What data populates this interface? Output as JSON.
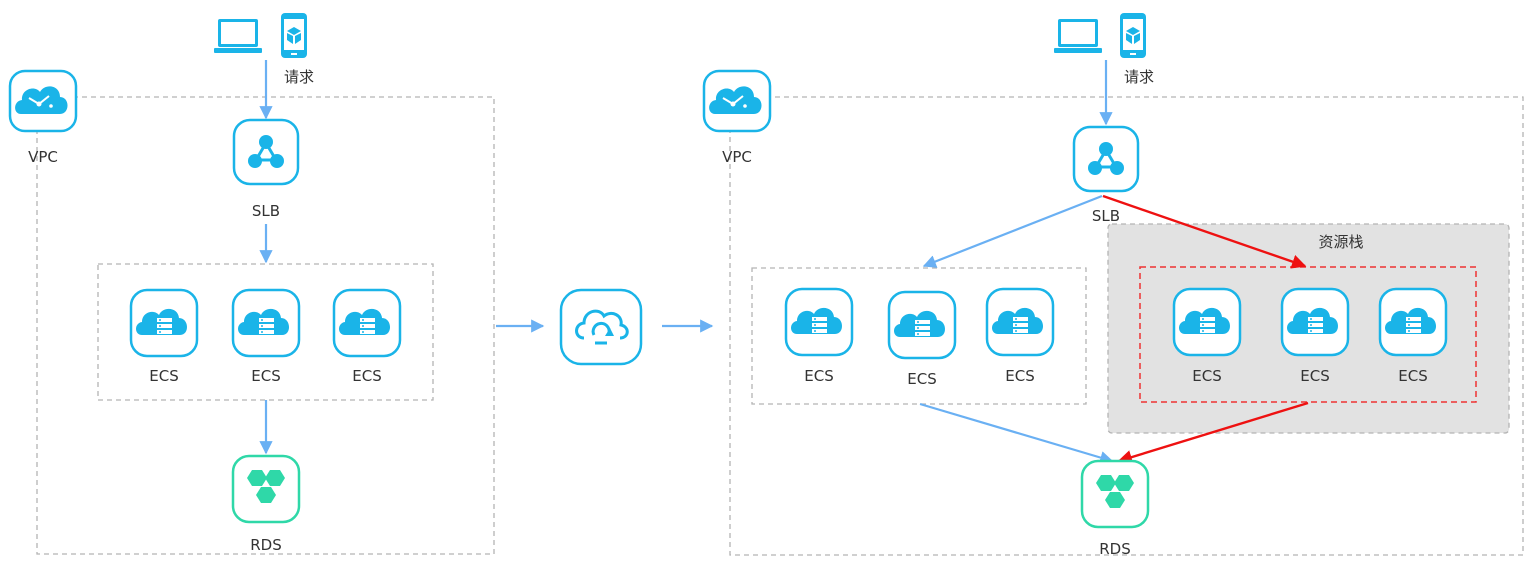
{
  "left": {
    "vpc_label": "VPC",
    "request_label": "请求",
    "slb_label": "SLB",
    "ecs_labels": [
      "ECS",
      "ECS",
      "ECS"
    ],
    "rds_label": "RDS"
  },
  "right": {
    "vpc_label": "VPC",
    "request_label": "请求",
    "slb_label": "SLB",
    "ecs_labels": [
      "ECS",
      "ECS",
      "ECS"
    ],
    "stack_title": "资源栈",
    "stack_ecs_labels": [
      "ECS",
      "ECS",
      "ECS"
    ],
    "rds_label": "RDS"
  },
  "colors": {
    "icon_blue": "#1ab4e8",
    "rds_green": "#2fd8a8",
    "arrow_blue": "#6ab0f3",
    "arrow_red": "#ee1111",
    "dashed_gray": "#b4b4b4",
    "stack_fill": "#e2e2e2",
    "stack_border": "#ee3333"
  },
  "icons": {
    "laptop": "laptop-icon",
    "phone": "phone-icon",
    "vpc": "vpc-cloud-icon",
    "slb": "slb-icon",
    "ecs": "ecs-server-icon",
    "rds": "rds-icon",
    "ros": "ros-cycle-icon"
  }
}
